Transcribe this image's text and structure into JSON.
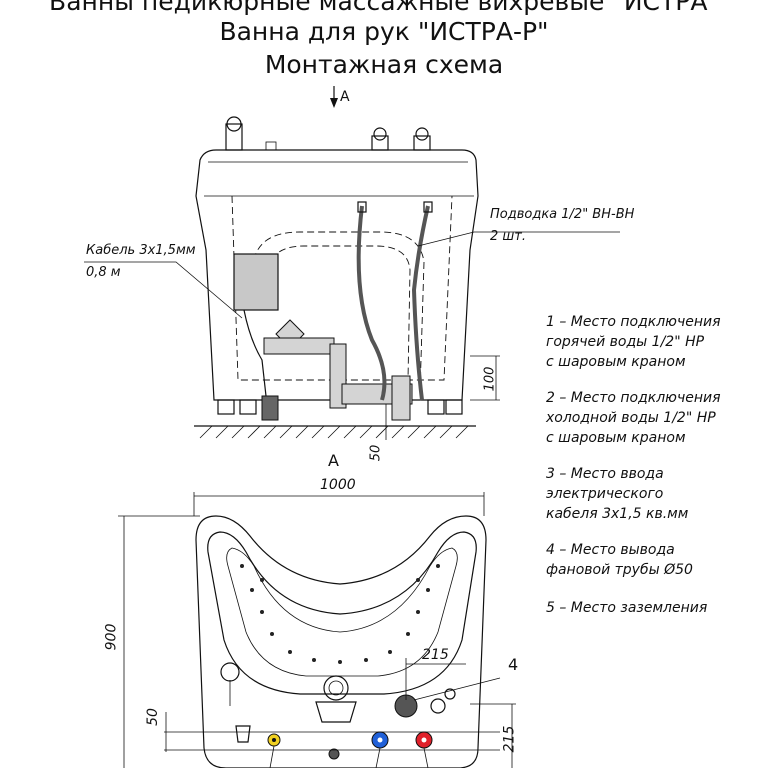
{
  "titles": {
    "line1": "Ванны педикюрные массажные вихревые \"ИСТРА\"",
    "line2": "Ванна для рук \"ИСТРА-Р\"",
    "line3": "Монтажная схема"
  },
  "view_marks": {
    "arrow_top": "A",
    "section_label": "A"
  },
  "callouts": {
    "hose_line1": "Подводка 1/2\" ВН-ВН",
    "hose_line2": "2 шт.",
    "cable_line1": "Кабель 3х1,5мм",
    "cable_line2": "0,8 м"
  },
  "dimensions": {
    "height_100": "100",
    "height_50_side": "50",
    "width_1000": "1000",
    "depth_900": "900",
    "offset_215_top": "215",
    "offset_215_side": "215",
    "offset_50_plan": "50",
    "marker_4": "4"
  },
  "legend": [
    {
      "lines": [
        "1 – Место подключения",
        "горячей воды 1/2\" НР",
        "с шаровым краном"
      ]
    },
    {
      "lines": [
        "2 – Место подключения",
        "холодной воды 1/2\" НР",
        "с шаровым краном"
      ]
    },
    {
      "lines": [
        "3 – Место ввода",
        "электрического",
        "кабеля 3х1,5 кв.мм"
      ]
    },
    {
      "lines": [
        "4 – Место вывода",
        "фановой трубы Ø50"
      ]
    },
    {
      "lines": [
        "5 – Место заземления"
      ]
    }
  ],
  "colors": {
    "hot": "#e0202a",
    "cold": "#2060d8",
    "ground": "#f0d020",
    "line": "#111111"
  }
}
